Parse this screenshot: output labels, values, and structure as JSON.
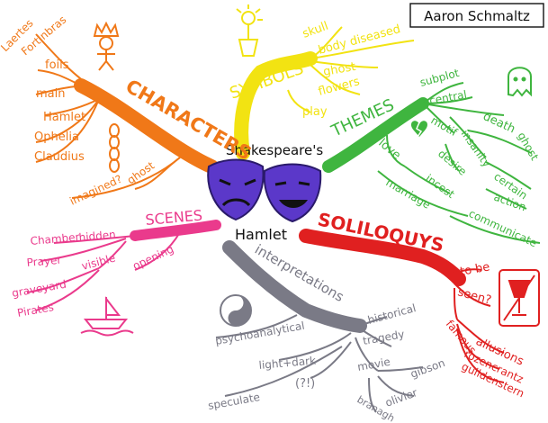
{
  "author": "Aaron Schmaltz",
  "center": {
    "line1": "Shakespeare's",
    "line2": "Hamlet"
  },
  "colors": {
    "characters": "#f07818",
    "symbols": "#f2e312",
    "themes": "#3fb53f",
    "soliloquys": "#e02020",
    "interpretations": "#7a7a86",
    "scenes": "#ea3a8c",
    "masks": "#5b38c9",
    "ink": "#111111"
  },
  "characters": {
    "title": "CHARACTERS",
    "items": [
      "Laertes",
      "Fortinbras",
      "foils",
      "main",
      "Hamlet",
      "Ophelia",
      "Claudius",
      "imagined?",
      "ghost"
    ]
  },
  "symbols": {
    "title": "SYMBOLS",
    "items": [
      "skull",
      "body diseased",
      "ghost",
      "flowers",
      "play"
    ]
  },
  "themes": {
    "title": "THEMES",
    "items": [
      "subplot",
      "central",
      "death",
      "motif",
      "insanity",
      "ghost",
      "desire",
      "certain",
      "love",
      "incest",
      "action",
      "marriage",
      "communicate"
    ]
  },
  "soliloquys": {
    "title": "SOLILOQUYS",
    "items": [
      "to be",
      "seen?",
      "famous",
      "allusions",
      "rozencrantz",
      "guildenstern"
    ]
  },
  "interpretations": {
    "title": "interpretations",
    "items": [
      "historical",
      "psychoanalytical",
      "tragedy",
      "light+dark",
      "movie",
      "(?!)",
      "gibson",
      "speculate",
      "olivier",
      "branagh"
    ]
  },
  "scenes": {
    "title": "SCENES",
    "items": [
      "Chamber",
      "hidden",
      "Prayer",
      "visible",
      "graveyard",
      "Pirates",
      "opening"
    ]
  }
}
